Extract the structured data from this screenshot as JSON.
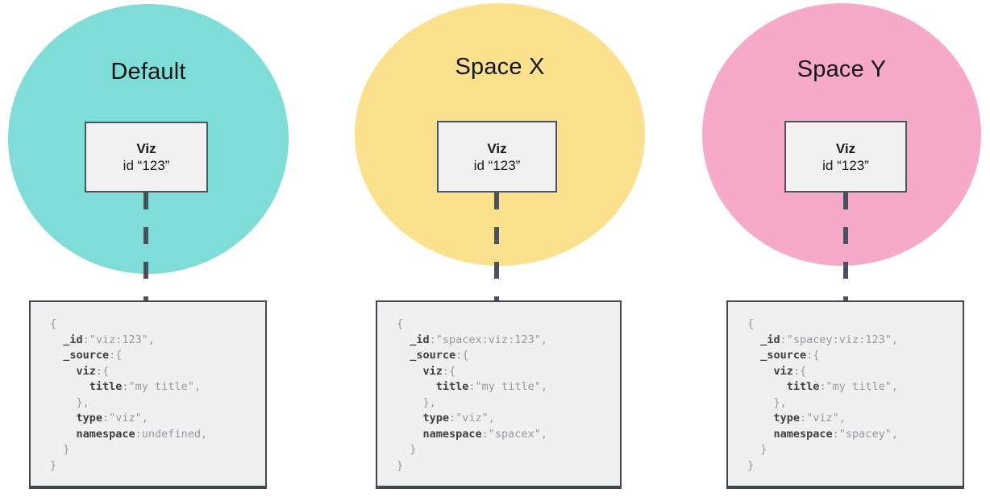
{
  "diagram": {
    "palette": {
      "default_circle": "#7eddd6",
      "spacex_circle": "#fce18d",
      "spacey_circle": "#f6a9c9",
      "node_background": "#f1f1f1",
      "node_border": "#4d535b",
      "doc_background": "#f0f0f0",
      "doc_border": "#424750",
      "connector": "#4a515c",
      "code_key": "#3c4043",
      "code_value": "#94999f"
    },
    "groups": [
      {
        "title": "Default",
        "circle_color": "#7eddd6",
        "viz": {
          "name": "Viz",
          "id": "id “123”"
        },
        "code": [
          [
            {
              "t": "{",
              "k": false
            }
          ],
          [
            {
              "t": "  ",
              "k": false
            },
            {
              "t": "_id",
              "k": true
            },
            {
              "t": ":\"viz:123\",",
              "k": false
            }
          ],
          [
            {
              "t": "  ",
              "k": false
            },
            {
              "t": "_source",
              "k": true
            },
            {
              "t": ":{",
              "k": false
            }
          ],
          [
            {
              "t": "    ",
              "k": false
            },
            {
              "t": "viz",
              "k": true
            },
            {
              "t": ":{",
              "k": false
            }
          ],
          [
            {
              "t": "      ",
              "k": false
            },
            {
              "t": "title",
              "k": true
            },
            {
              "t": ":\"my title\",",
              "k": false
            }
          ],
          [
            {
              "t": "    },",
              "k": false
            }
          ],
          [
            {
              "t": "    ",
              "k": false
            },
            {
              "t": "type",
              "k": true
            },
            {
              "t": ":\"viz\",",
              "k": false
            }
          ],
          [
            {
              "t": "    ",
              "k": false
            },
            {
              "t": "namespace",
              "k": true
            },
            {
              "t": ":undefined,",
              "k": false
            }
          ],
          [
            {
              "t": "  }",
              "k": false
            }
          ],
          [
            {
              "t": "}",
              "k": false
            }
          ]
        ]
      },
      {
        "title": "Space X",
        "circle_color": "#fce18d",
        "viz": {
          "name": "Viz",
          "id": "id “123”"
        },
        "code": [
          [
            {
              "t": "{",
              "k": false
            }
          ],
          [
            {
              "t": "  ",
              "k": false
            },
            {
              "t": "_id",
              "k": true
            },
            {
              "t": ":\"spacex:viz:123\",",
              "k": false
            }
          ],
          [
            {
              "t": "  ",
              "k": false
            },
            {
              "t": "_source",
              "k": true
            },
            {
              "t": ":{",
              "k": false
            }
          ],
          [
            {
              "t": "    ",
              "k": false
            },
            {
              "t": "viz",
              "k": true
            },
            {
              "t": ":{",
              "k": false
            }
          ],
          [
            {
              "t": "      ",
              "k": false
            },
            {
              "t": "title",
              "k": true
            },
            {
              "t": ":\"my title\",",
              "k": false
            }
          ],
          [
            {
              "t": "    },",
              "k": false
            }
          ],
          [
            {
              "t": "    ",
              "k": false
            },
            {
              "t": "type",
              "k": true
            },
            {
              "t": ":\"viz\",",
              "k": false
            }
          ],
          [
            {
              "t": "    ",
              "k": false
            },
            {
              "t": "namespace",
              "k": true
            },
            {
              "t": ":\"spacex\",",
              "k": false
            }
          ],
          [
            {
              "t": "  }",
              "k": false
            }
          ],
          [
            {
              "t": "}",
              "k": false
            }
          ]
        ]
      },
      {
        "title": "Space Y",
        "circle_color": "#f6a9c9",
        "viz": {
          "name": "Viz",
          "id": "id “123”"
        },
        "code": [
          [
            {
              "t": "{",
              "k": false
            }
          ],
          [
            {
              "t": "  ",
              "k": false
            },
            {
              "t": "_id",
              "k": true
            },
            {
              "t": ":\"spacey:viz:123\",",
              "k": false
            }
          ],
          [
            {
              "t": "  ",
              "k": false
            },
            {
              "t": "_source",
              "k": true
            },
            {
              "t": ":{",
              "k": false
            }
          ],
          [
            {
              "t": "    ",
              "k": false
            },
            {
              "t": "viz",
              "k": true
            },
            {
              "t": ":{",
              "k": false
            }
          ],
          [
            {
              "t": "      ",
              "k": false
            },
            {
              "t": "title",
              "k": true
            },
            {
              "t": ":\"my title\",",
              "k": false
            }
          ],
          [
            {
              "t": "    },",
              "k": false
            }
          ],
          [
            {
              "t": "    ",
              "k": false
            },
            {
              "t": "type",
              "k": true
            },
            {
              "t": ":\"viz\",",
              "k": false
            }
          ],
          [
            {
              "t": "    ",
              "k": false
            },
            {
              "t": "namespace",
              "k": true
            },
            {
              "t": ":\"spacey\",",
              "k": false
            }
          ],
          [
            {
              "t": "  }",
              "k": false
            }
          ],
          [
            {
              "t": "}",
              "k": false
            }
          ]
        ]
      }
    ]
  }
}
